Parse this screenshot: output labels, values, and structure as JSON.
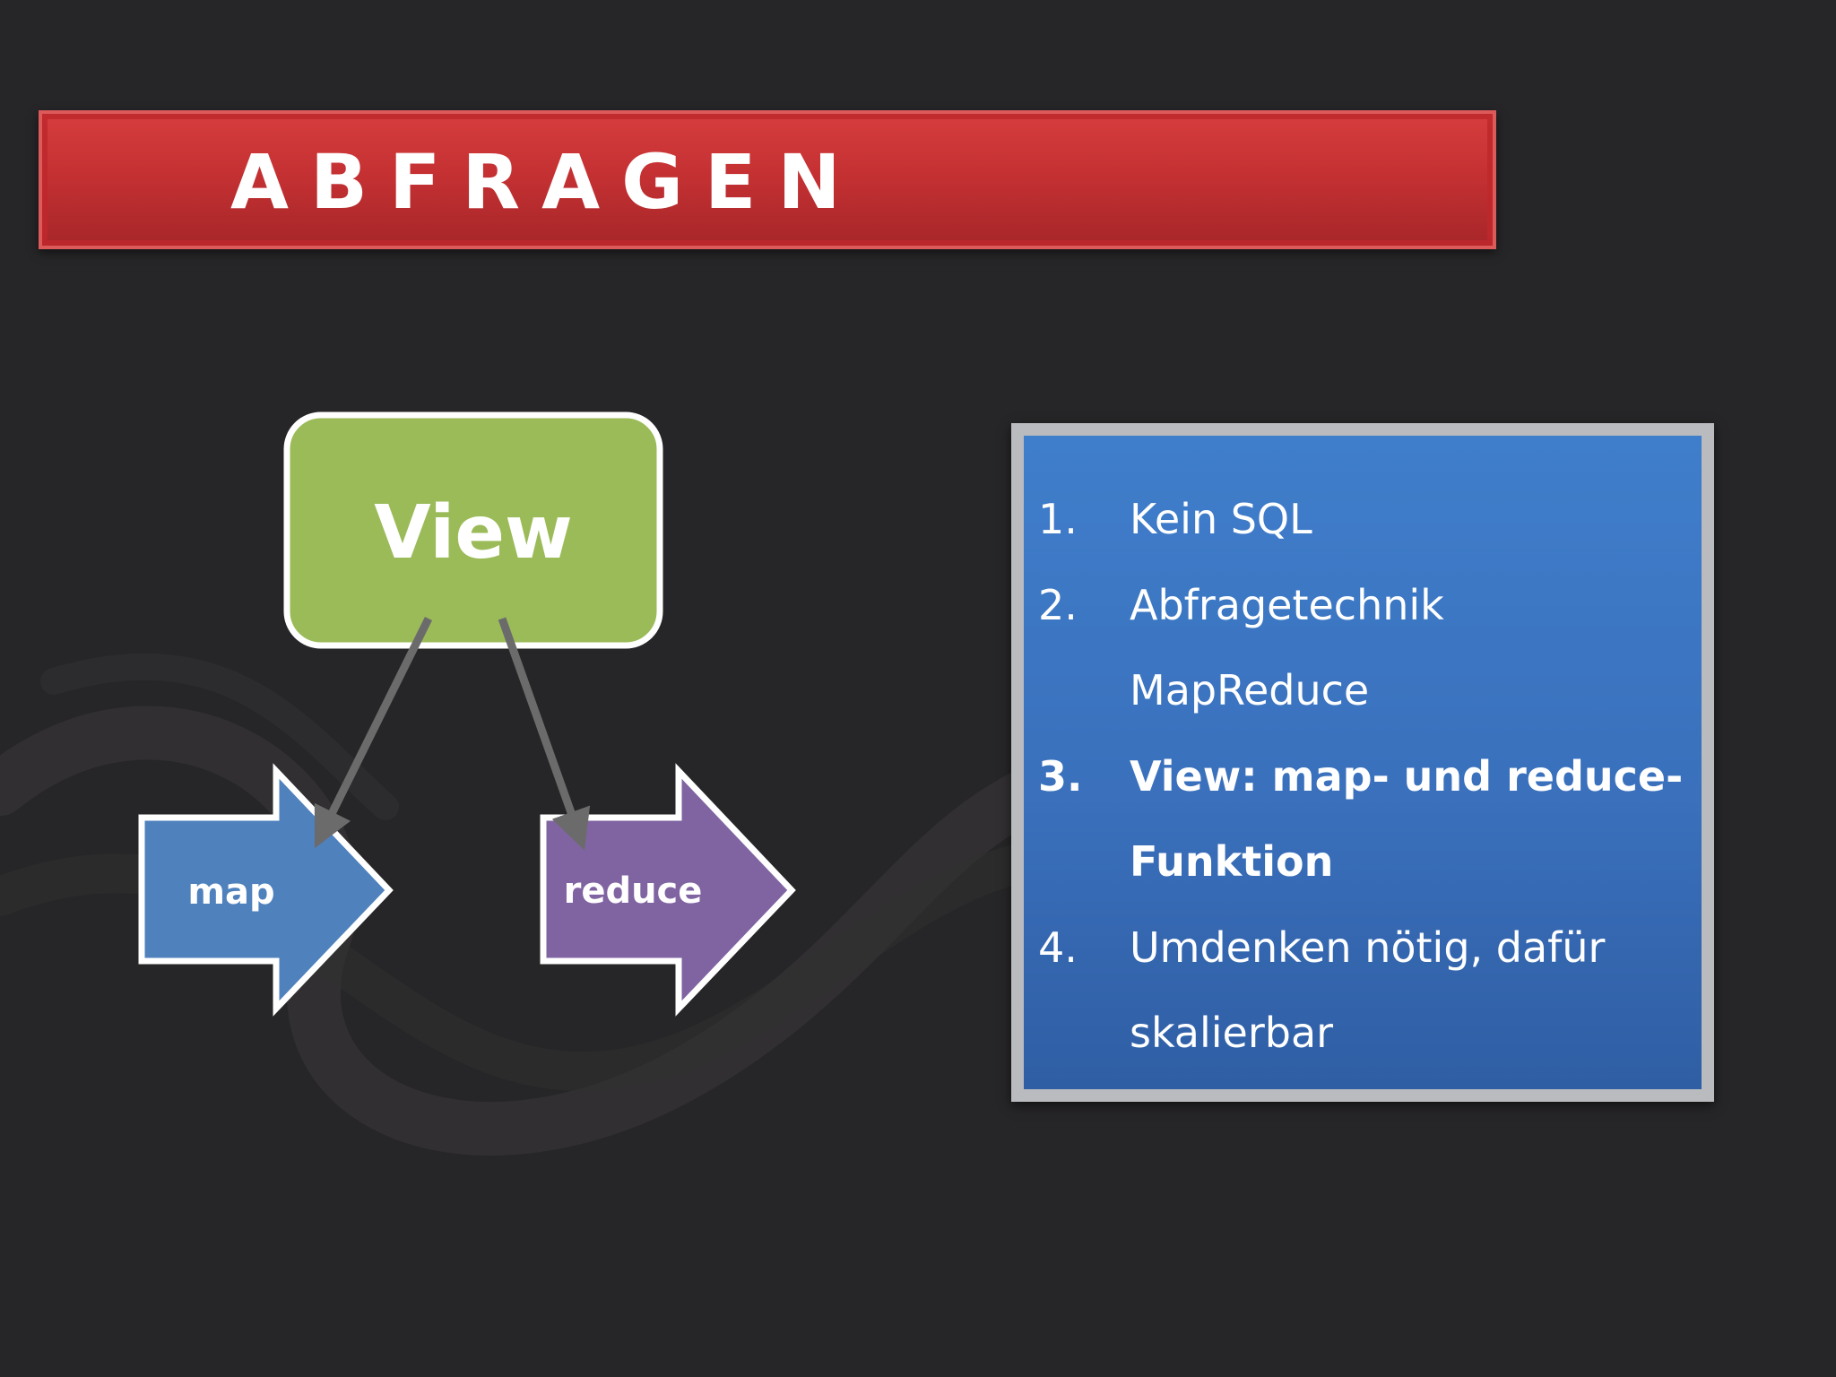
{
  "slide": {
    "title": "ABFRAGEN",
    "colors": {
      "background": "#262527",
      "title_bar": "#c53133",
      "view_box": "#9bbb59",
      "map_arrow": "#4f81bd",
      "reduce_arrow": "#8064a2",
      "info_box": "#3a70bc",
      "connector": "#6b6b6b"
    }
  },
  "diagram": {
    "view_label": "View",
    "map_label": "map",
    "reduce_label": "reduce"
  },
  "list": {
    "items": [
      {
        "number": "1.",
        "lines": [
          "Kein SQL"
        ],
        "bold": false
      },
      {
        "number": "2.",
        "lines": [
          "Abfragetechnik",
          "MapReduce"
        ],
        "bold": false
      },
      {
        "number": "3.",
        "lines": [
          "View: map- und reduce-",
          "Funktion"
        ],
        "bold": true
      },
      {
        "number": "4.",
        "lines": [
          "Umdenken nötig, dafür",
          "skalierbar"
        ],
        "bold": false
      }
    ]
  }
}
